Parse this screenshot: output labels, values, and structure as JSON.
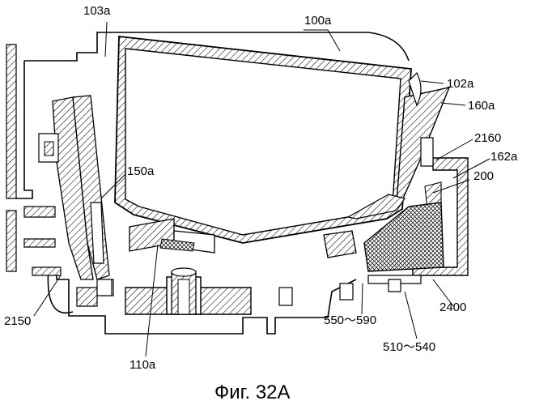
{
  "figure": {
    "caption": "Фиг. 32А",
    "labels": {
      "l100a": "100a",
      "l103a": "103a",
      "l102a": "102a",
      "l160a": "160a",
      "l2160": "2160",
      "l162a": "162a",
      "l200": "200",
      "l150a": "150a",
      "l2150": "2150",
      "l110a": "110a",
      "l550": "550～590",
      "l510": "510～540",
      "l2400": "2400"
    }
  }
}
